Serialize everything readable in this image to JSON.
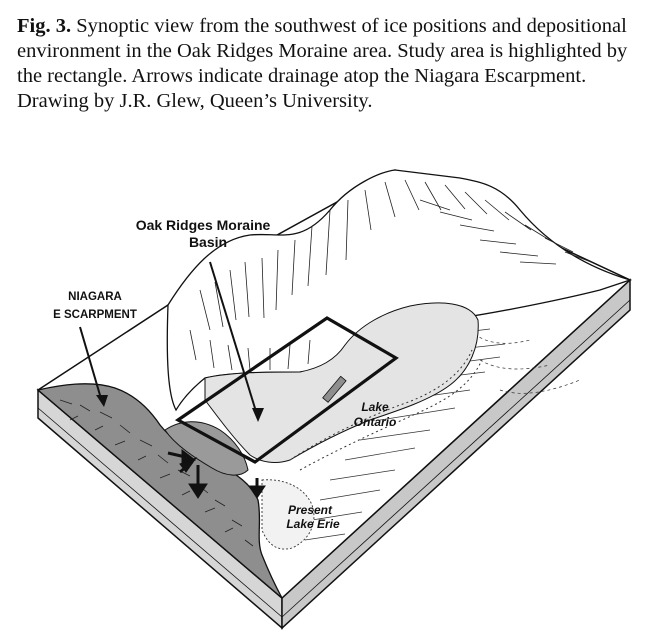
{
  "caption": {
    "label": "Fig. 3.",
    "text": "Synoptic view from the southwest of ice positions and depositional environment in the Oak Ridges Moraine area. Study area is highlighted by the rectangle. Arrows indicate drainage atop the Niagara Escarpment. Drawing by J.R. Glew, Queen’s University."
  },
  "figure": {
    "labels": {
      "basin_line1": "Oak Ridges Moraine",
      "basin_line2": "Basin",
      "escarpment_line1": "NIAGARA",
      "escarpment_line2": "E SCARPMENT",
      "ontario_line1": "Lake",
      "ontario_line2": "Ontario",
      "erie_line1": "Present",
      "erie_line2": "Lake Erie"
    },
    "colors": {
      "ink": "#111111",
      "block_side": "#d4d4d4",
      "escarpment_fill": "#8e8e8e",
      "lake_fill": "#e2e2e2",
      "ice_fill": "#ffffff"
    }
  }
}
